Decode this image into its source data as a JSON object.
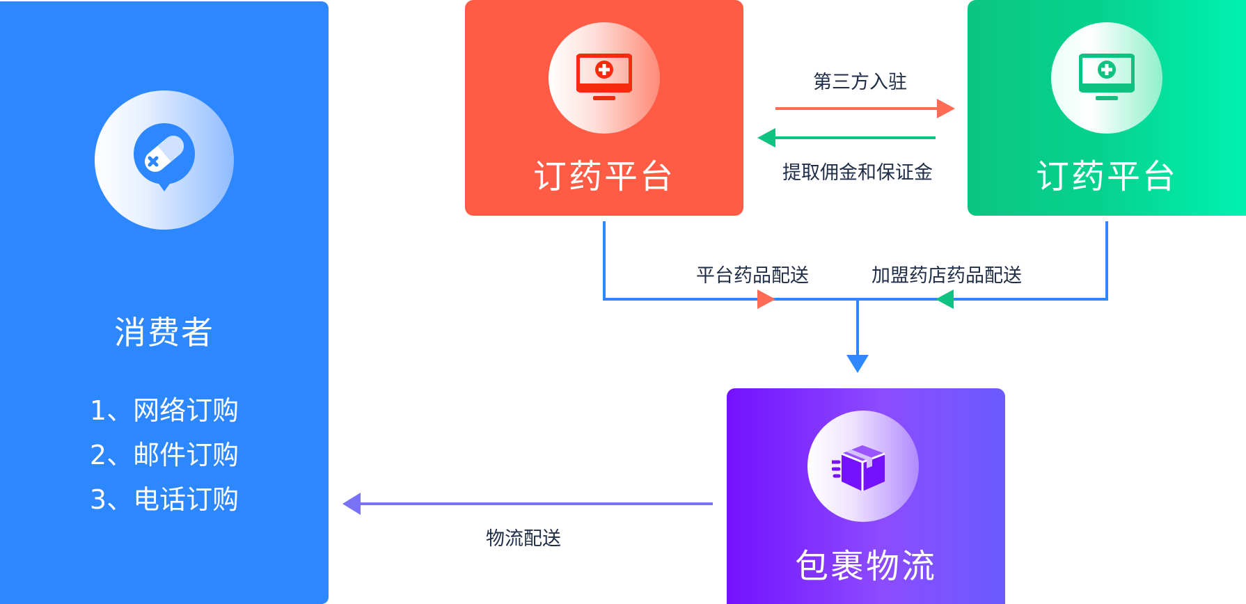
{
  "consumer": {
    "title": "消费者",
    "items": [
      "1、网络订购",
      "2、邮件订购",
      "3、电话订购"
    ],
    "icon": "pill-chat-icon"
  },
  "platform_left": {
    "title": "订药平台",
    "icon": "monitor-medical-icon"
  },
  "platform_right": {
    "title": "订药平台",
    "icon": "monitor-medical-icon"
  },
  "logistics": {
    "title": "包裹物流",
    "icon": "package-box-icon"
  },
  "edges": {
    "third_party": "第三方入驻",
    "commission": "提取佣金和保证金",
    "platform_delivery": "平台药品配送",
    "franchise_delivery": "加盟药店药品配送",
    "logistics_delivery": "物流配送"
  },
  "colors": {
    "consumer_blue": "#2d87ff",
    "platform_red": "#ff5b45",
    "platform_green": "#0bc582",
    "logistics_purple": "#7411ff",
    "arrow_red": "#ff6b55",
    "arrow_green": "#0fc383",
    "arrow_blue": "#2d87ff",
    "arrow_purple": "#7a72f5"
  }
}
